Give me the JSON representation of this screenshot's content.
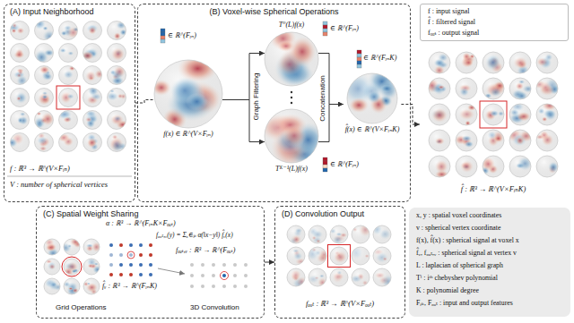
{
  "diagram": {
    "nodes": [
      {
        "text": [
          "(A) Input Neighborhood",
          "f : ℝ³ → ℝ^(V×Fᵢₙ)",
          "V : number of spherical vertices"
        ]
      },
      {
        "text": [
          "(B) Voxel-wise Spherical Operations"
        ]
      },
      {
        "text": [
          "f(x) ∈ ℝ^(V×Fᵢₙ)"
        ],
        "in": 1
      },
      {
        "text": [
          "T⁰(L)f(x)"
        ],
        "in": 1
      },
      {
        "text": [
          "Tᴷ⁻¹(L)f(x)"
        ],
        "in": 1
      },
      {
        "text": [
          "f̂(x) ∈ ℝ^(V×FᵢₙK)"
        ],
        "in": 1
      },
      {
        "text": [
          "f : input signal",
          "f̂ : filtered signal",
          "fₒᵤₜ : output signal"
        ]
      },
      {
        "text": [
          "f̂ : ℝ³ → ℝ^(V×FᵢₙK)"
        ]
      },
      {
        "text": [
          "(C) Spatial Weight Sharing"
        ]
      },
      {
        "text": [
          "(D) Convolution Output",
          "fₒᵤₜ : ℝ³ → ℝ^(V×Fₒᵤₜ)"
        ]
      },
      {
        "text": [
          "x, y : spatial voxel coordinates",
          "v : spherical vertex coordinate",
          "f(x), f̂(x) : spherical signal at voxel x",
          "f̂ᵥ, fₒᵤₜ,ᵥ : spherical signal at vertex v",
          "L : laplacian of spherical graph",
          "Tⁱ : iᵗʰ chebyshev polynomial",
          "K : polynomial degree",
          "Fᵢₙ, Fₒᵤₜ : input and output features"
        ]
      }
    ],
    "edges": [
      {
        "from": 0,
        "to": 2,
        "arrow": "none"
      },
      {
        "from": 2,
        "to": 3,
        "arrow": "to"
      },
      {
        "from": 2,
        "to": 4,
        "arrow": "to"
      },
      {
        "from": 3,
        "to": 5,
        "arrow": "to"
      },
      {
        "from": 4,
        "to": 5,
        "arrow": "to"
      },
      {
        "from": 5,
        "to": 7,
        "arrow": "to"
      },
      {
        "from": 8,
        "to": 9,
        "arrow": "to"
      }
    ],
    "labels": [
      "∈ ℝ^(Fᵢₙ)",
      "Graph Filtering",
      "∈ ℝ^(Fᵢₙ)",
      "∈ ℝ^(Fᵢₙ)",
      "Concatenation",
      "∈ ℝ^(FᵢₙK)",
      "α : ℝ³ → ℝ^(FᵢₙK×Fₒᵤₜ)",
      "fₒᵤₜ,ᵥ(y) = Σₓ∈ₚ α(‖x−y‖) f̂ᵥ(x)",
      "f̂ᵥ : ℝ³ → ℝ^(FᵢₙK)",
      "fₒᵤₜ,ᵥ : ℝ³ → ℝ^(Fₒᵤₜ)",
      "Grid Operations",
      "3D Convolution"
    ]
  }
}
